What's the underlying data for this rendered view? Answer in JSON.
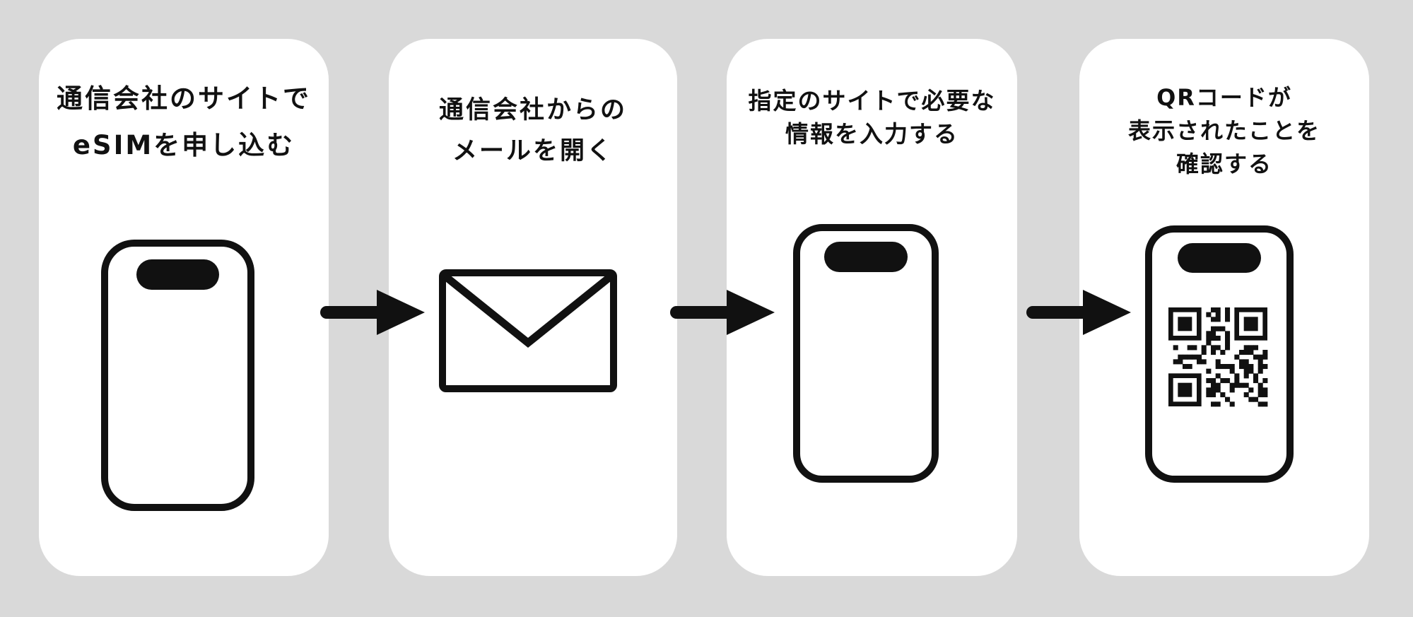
{
  "diagram": {
    "title": "eSIM application flow",
    "colors": {
      "background": "#d9d9d9",
      "card": "#ffffff",
      "ink": "#111111"
    }
  },
  "steps": [
    {
      "icon": "smartphone-icon",
      "lines": [
        "通信会社のサイトで",
        "eSIMを申し込む"
      ]
    },
    {
      "icon": "envelope-icon",
      "lines": [
        "通信会社からの",
        "メールを開く"
      ]
    },
    {
      "icon": "smartphone-icon",
      "lines": [
        "指定のサイトで必要な",
        "情報を入力する"
      ]
    },
    {
      "icon": "smartphone-qr-icon",
      "lines": [
        "QRコードが",
        "表示されたことを",
        "確認する"
      ]
    }
  ]
}
